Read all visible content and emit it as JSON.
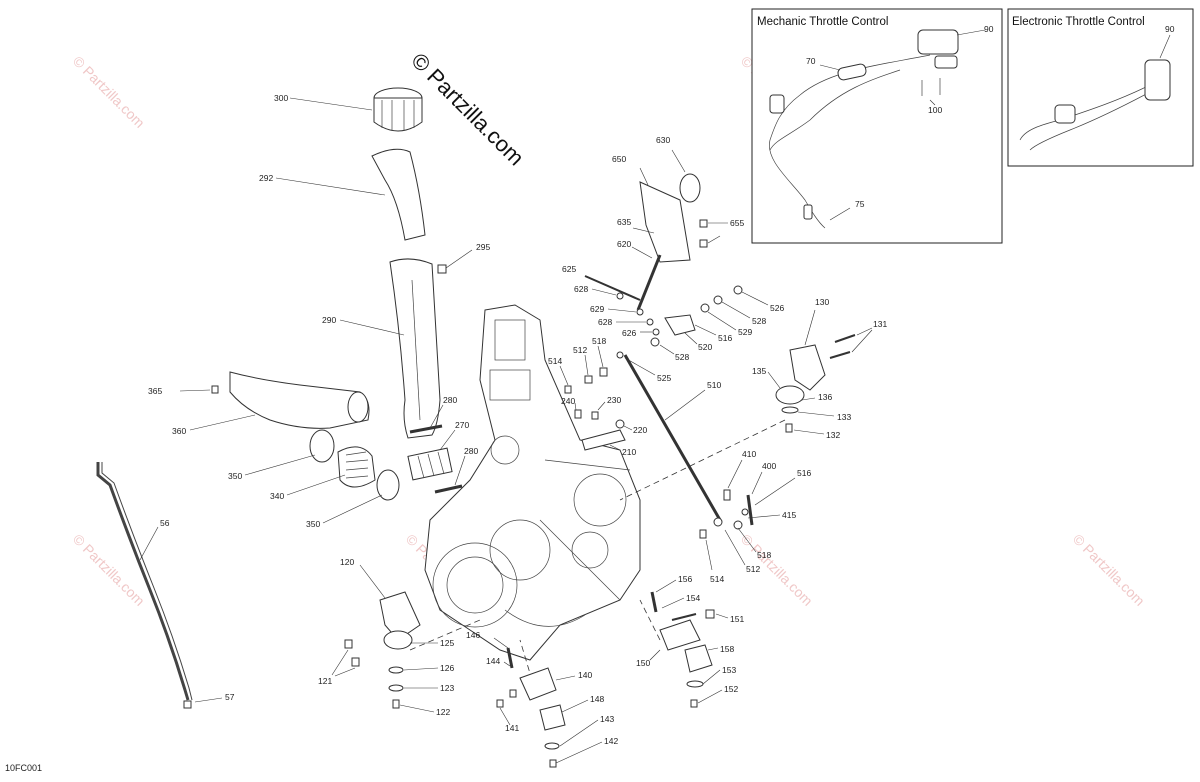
{
  "copyright_banner": "© Partzilla.com",
  "watermark_text": "© Partzilla.com",
  "diagram_code": "10FC001",
  "insets": {
    "mechanic_title": "Mechanic Throttle Control",
    "electronic_title": "Electronic Throttle Control"
  },
  "labels": {
    "n300": "300",
    "n292": "292",
    "n295": "295",
    "n290": "290",
    "n365": "365",
    "n360": "360",
    "n280a": "280",
    "n270": "270",
    "n280b": "280",
    "n350a": "350",
    "n340": "340",
    "n350b": "350",
    "n56": "56",
    "n57": "57",
    "n120": "120",
    "n125": "125",
    "n121": "121",
    "n126": "126",
    "n123": "123",
    "n122": "122",
    "n630": "630",
    "n650": "650",
    "n635": "635",
    "n655": "655",
    "n620": "620",
    "n625": "625",
    "n628a": "628",
    "n629": "629",
    "n628b": "628",
    "n626": "626",
    "n526a": "526",
    "n528a": "528",
    "n529": "529",
    "n516a": "516",
    "n520": "520",
    "n528b": "528",
    "n525": "525",
    "n514a": "514",
    "n512a": "512",
    "n518a": "518",
    "n510": "510",
    "n240": "240",
    "n230": "230",
    "n220": "220",
    "n210": "210",
    "n130": "130",
    "n131": "131",
    "n135": "135",
    "n136": "136",
    "n133": "133",
    "n132": "132",
    "n410": "410",
    "n400": "400",
    "n516b": "516",
    "n415": "415",
    "n518b": "518",
    "n512b": "512",
    "n514b": "514",
    "n156": "156",
    "n154": "154",
    "n151": "151",
    "n150": "150",
    "n158": "158",
    "n153": "153",
    "n152": "152",
    "n146": "146",
    "n144": "144",
    "n140": "140",
    "n148": "148",
    "n141": "141",
    "n143": "143",
    "n142": "142",
    "n90a": "90",
    "n70": "70",
    "n100": "100",
    "n75": "75",
    "n90b": "90"
  }
}
